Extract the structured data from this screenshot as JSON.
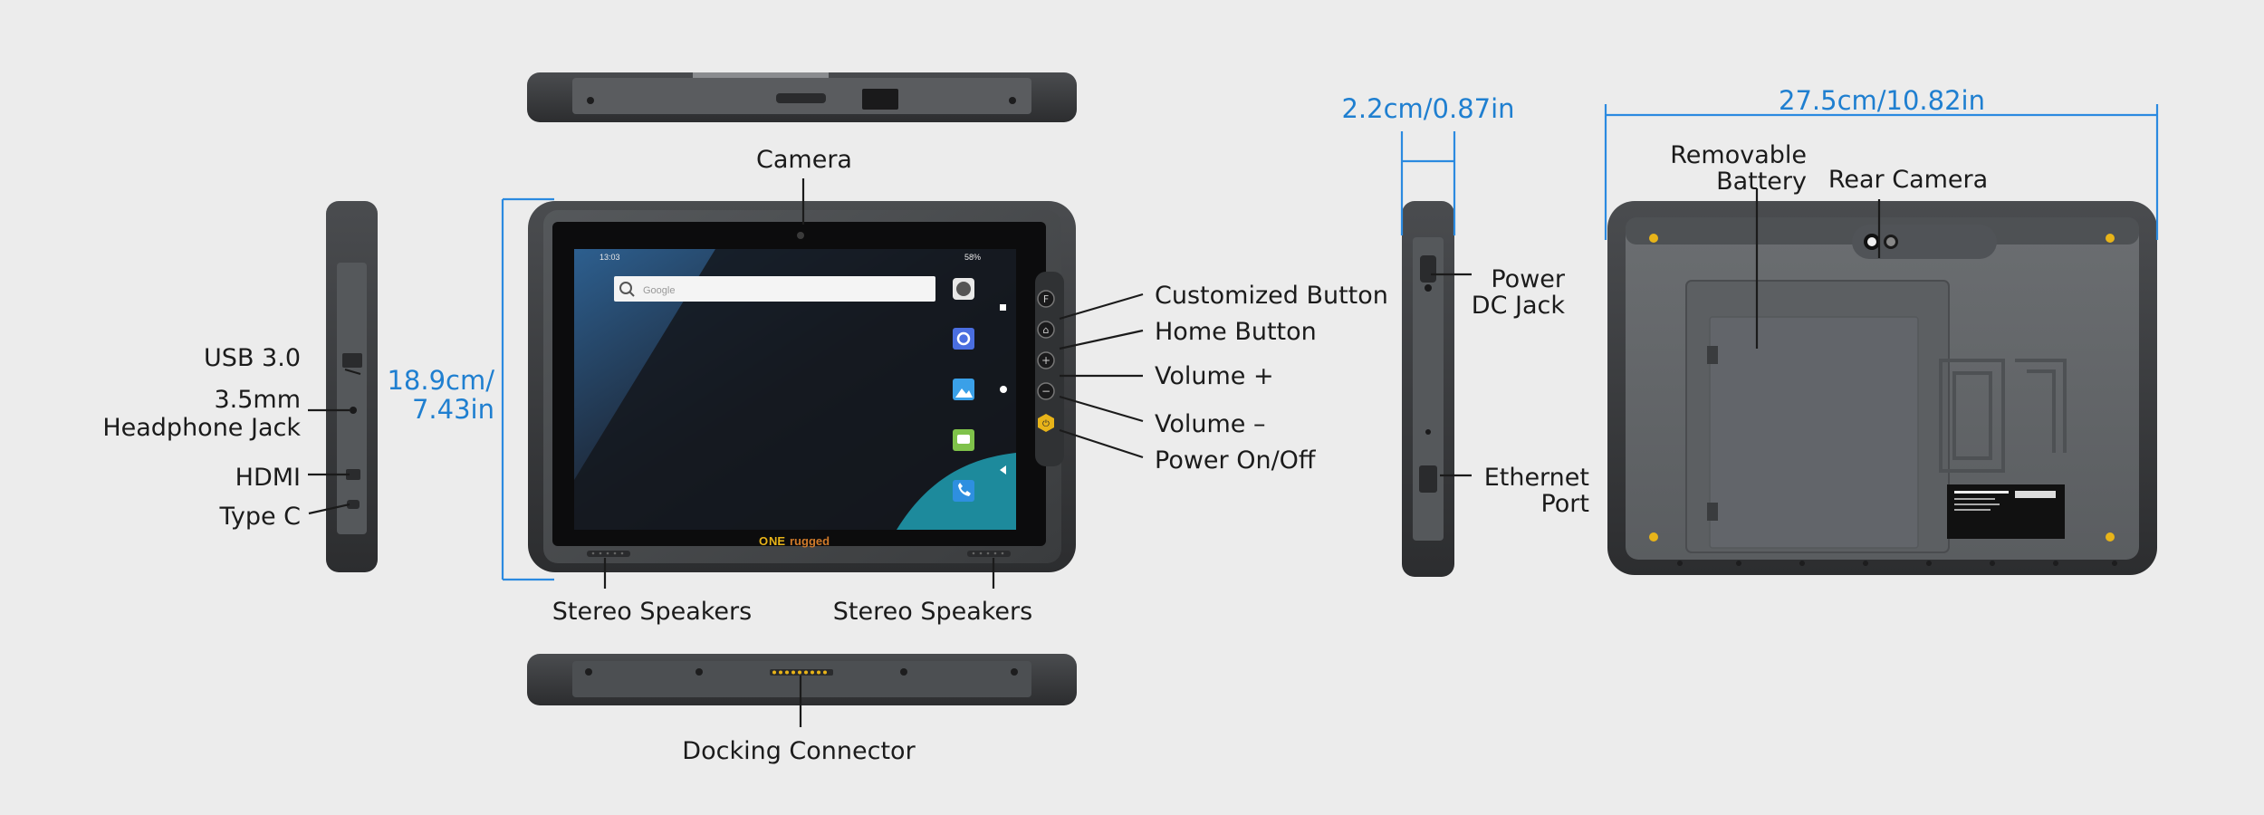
{
  "labels": {
    "camera": "Camera",
    "usb": "USB 3.0",
    "headphone_line1": "3.5mm",
    "headphone_line2": "Headphone Jack",
    "hdmi": "HDMI",
    "typec": "Type C",
    "customized_button": "Customized Button",
    "home_button": "Home Button",
    "volume_up": "Volume +",
    "volume_down": "Volume –",
    "power": "Power On/Off",
    "stereo_left": "Stereo Speakers",
    "stereo_right": "Stereo Speakers",
    "docking": "Docking Connector",
    "power_dc_line1": "Power",
    "power_dc_line2": "DC Jack",
    "ethernet_line1": "Ethernet",
    "ethernet_line2": "Port",
    "battery_line1": "Removable",
    "battery_line2": "Battery",
    "rear_camera": "Rear Camera"
  },
  "dimensions": {
    "height_line1": "18.9cm/",
    "height_line2": "7.43in",
    "depth": "2.2cm/0.87in",
    "width": "27.5cm/10.82in"
  },
  "screen": {
    "time": "13:03",
    "battery": "58%",
    "search_placeholder": "Google"
  },
  "brand": {
    "logo_o": "O",
    "logo_ne": "NE",
    "logo_rest": "rugged"
  },
  "buttons": {
    "f": "F",
    "home": "⌂",
    "plus": "+",
    "minus": "−",
    "power": "⏻"
  },
  "colors": {
    "dimension_blue": "#1f7fd0",
    "accent_yellow": "#e8b419",
    "body_dark": "#3c3e40"
  }
}
